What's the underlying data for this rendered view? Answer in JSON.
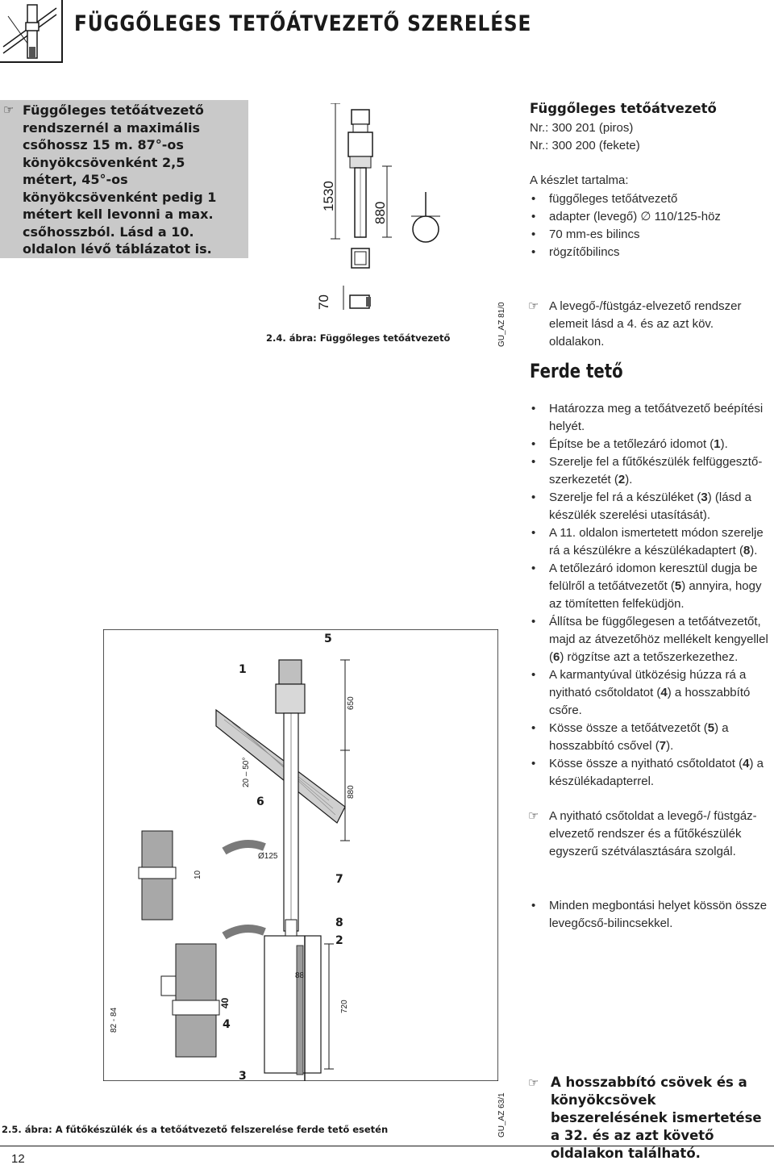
{
  "header": {
    "title": "FÜGGŐLEGES TETŐÁTVEZETŐ SZERELÉSE"
  },
  "note_box": {
    "text": "Függőleges tetőátvezető rendszernél a maximális csőhossz 15 m. 87°-os könyökcsövenként 2,5 métert, 45°-os könyökcsövenként pedig 1 métert kell levonni a max. csőhosszból. Lásd a 10. oldalon lévő táblázatot is."
  },
  "product": {
    "title": "Függőleges tetőátvezető",
    "nr1": "Nr.: 300 201 (piros)",
    "nr2": "Nr.: 300 200 (fekete)",
    "kit_label": "A készlet tartalma:",
    "kit_items": [
      "függőleges tetőátvezető",
      "adapter (levegő) ∅ 110/125-höz",
      "70 mm-es bilincs",
      "rögzítőbilincs"
    ]
  },
  "figure1": {
    "caption": "2.4. ábra: Függőleges tetőátvezető",
    "code": "GU_AZ 81/0",
    "dim_1530": "1530",
    "dim_880": "880",
    "dim_70": "70"
  },
  "reference_note": "A levegő-/füstgáz-elvezető rendszer elemeit lásd a 4. és az azt köv. oldalakon.",
  "section": {
    "heading": "Ferde tető",
    "steps": [
      [
        "Határozza meg a tetőátvezető beépítési helyét."
      ],
      [
        "Építse be a tetőlezáró idomot (",
        "1",
        ")."
      ],
      [
        "Szerelje fel a fűtőkészülék felfüggesztő-szerkezetét (",
        "2",
        ")."
      ],
      [
        "Szerelje fel rá a készüléket (",
        "3",
        ") (lásd a készülék szerelési utasítását)."
      ],
      [
        "A 11. oldalon ismertetett módon szerelje rá a készülékre a készülékadaptert (",
        "8",
        ")."
      ],
      [
        "A tetőlezáró idomon keresztül dugja be felülről a tetőátvezetőt (",
        "5",
        ") annyira, hogy az tömítetten felfeküdjön."
      ],
      [
        "Állítsa be függőlegesen a tetőátvezetőt, majd az átvezetőhöz mellékelt kengyellel (",
        "6",
        ") rögzítse azt a tetőszerkezethez."
      ],
      [
        "A karmantyúval ütközésig húzza rá a nyitható csőtoldatot (",
        "4",
        ") a hosszabbító csőre."
      ],
      [
        "Kösse össze a tetőátvezetőt (",
        "5",
        ") a hosszabbító csővel (",
        "7",
        ")."
      ],
      [
        "Kösse össze a nyitható csőtoldatot (",
        "4",
        ") a készülékadapterrel."
      ]
    ],
    "hint": "A nyitható csőtoldat a levegő-/ füstgáz-elvezető rendszer és a fűtőkészülék egyszerű szétválasztására szolgál.",
    "last_step": "Minden megbontási helyet kössön össze levegőcső-bilincsekkel."
  },
  "figure2": {
    "caption": "2.5. ábra: A fűtőkészülék és a tetőátvezető felszerelése ferde tető esetén",
    "code": "GU_AZ 63/1",
    "labels": {
      "l1": "1",
      "l2": "2",
      "l3": "3",
      "l4": "4",
      "l5": "5",
      "l6": "6",
      "l7": "7",
      "l8": "8"
    },
    "dims": {
      "d650": "650",
      "d880": "880",
      "d720": "720",
      "d88": "88",
      "d10": "10",
      "d40": "40",
      "d8284": "82 - 84",
      "angle": "20 – 50°",
      "dia125": "Ø125"
    }
  },
  "final_note": "A hosszabbító csövek és a könyökcsövek beszerelésének ismertetése a 32. és az azt követő oldalakon található.",
  "page_number": "12"
}
